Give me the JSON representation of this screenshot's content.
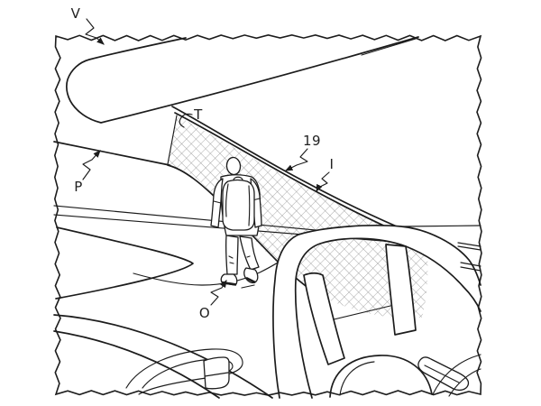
{
  "figure": {
    "labels": {
      "v": "V",
      "p": "P",
      "t": "T",
      "n19": "19",
      "i": "I",
      "o": "O"
    },
    "colors": {
      "background": "#ffffff",
      "line": "#1c1c1c",
      "hatch_line": "#8a8a8a"
    }
  }
}
